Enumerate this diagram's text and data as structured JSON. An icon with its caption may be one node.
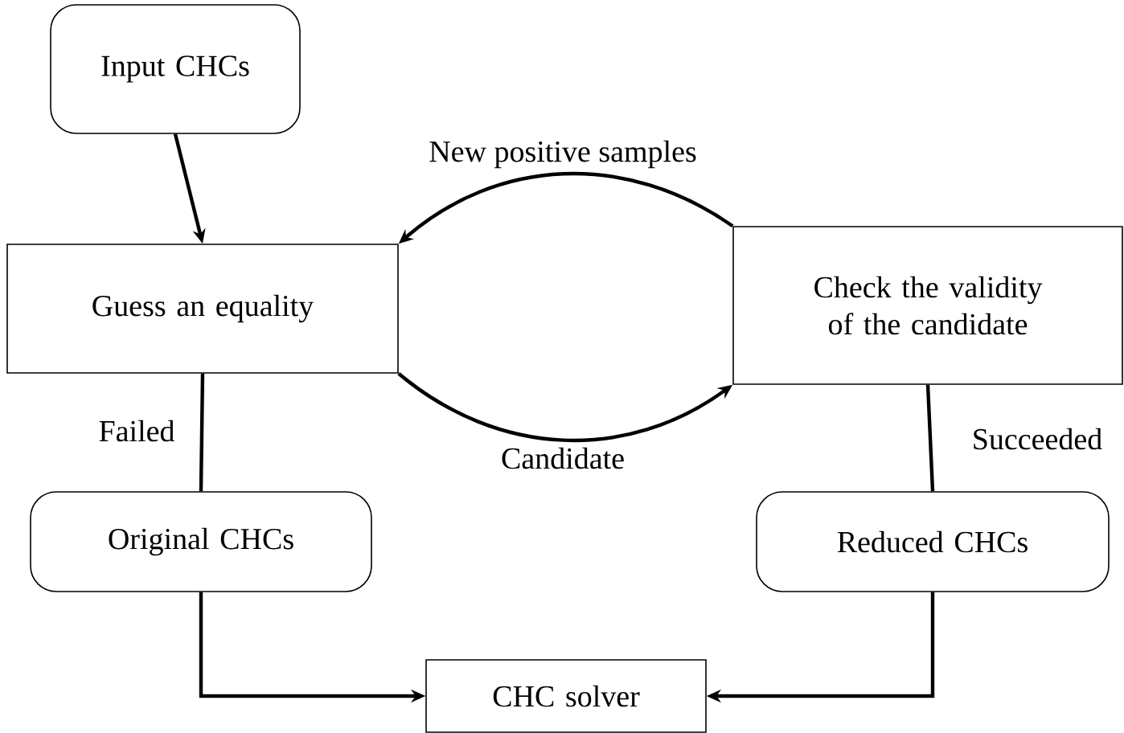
{
  "diagram": {
    "nodes": [
      {
        "text": [
          "Input CHCs"
        ]
      },
      {
        "text": [
          "Guess an equality"
        ]
      },
      {
        "text": [
          "Check the validity of the candidate"
        ]
      },
      {
        "text": [
          "Original CHCs"
        ]
      },
      {
        "text": [
          "Reduced CHCs"
        ]
      },
      {
        "text": [
          "CHC solver"
        ]
      }
    ],
    "edges": [
      {
        "from": 0,
        "to": 1,
        "arrow": "to"
      },
      {
        "from": 2,
        "to": 1,
        "arrow": "to",
        "label": "New positive samples"
      },
      {
        "from": 1,
        "to": 2,
        "arrow": "to",
        "label": "Candidate"
      },
      {
        "from": 1,
        "to": 3,
        "arrow": "none",
        "label": "Failed"
      },
      {
        "from": 2,
        "to": 4,
        "arrow": "none",
        "label": "Succeeded"
      },
      {
        "from": 3,
        "to": 5,
        "arrow": "to"
      },
      {
        "from": 4,
        "to": 5,
        "arrow": "to"
      }
    ]
  }
}
